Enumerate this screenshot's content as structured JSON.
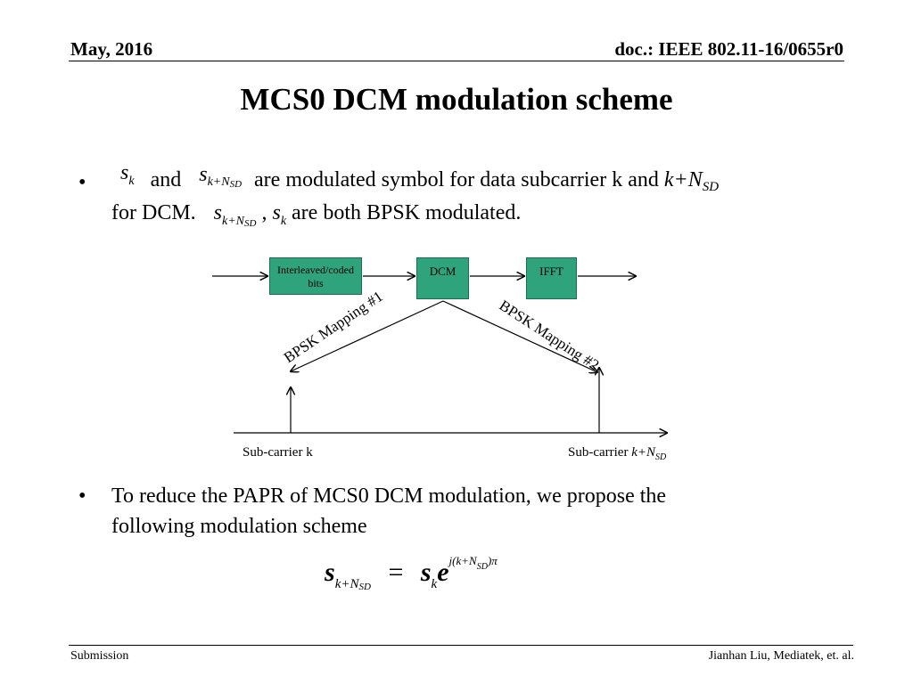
{
  "header": {
    "date": "May, 2016",
    "doc": "doc.: IEEE 802.11-16/0655r0"
  },
  "title": "MCS0 DCM modulation scheme",
  "bullet1": {
    "marker": "•",
    "and": "and",
    "text1": "are modulated symbol for data subcarrier k and",
    "expr": "k+N",
    "expr_sub": "SD",
    "line2_prefix": "for DCM.",
    "comma": ",",
    "line2_suffix": "are both BPSK modulated."
  },
  "math": {
    "s": "s",
    "sub_k": "k",
    "sub_kNsd": "k+N",
    "sub_sd": "SD",
    "e": "e",
    "eq": "=",
    "exponent": "j(k+N",
    "exponent_sd": "SD",
    "exponent_tail": ")π"
  },
  "diagram": {
    "box1": "Interleaved/coded bits",
    "box2": "DCM",
    "box3": "IFFT",
    "mapping1": "BPSK Mapping #1",
    "mapping2": "BPSK Mapping #2",
    "subcarrier_k": "Sub-carrier k",
    "subcarrier_kn_prefix": "Sub-carrier",
    "subcarrier_kn_expr": "k+N",
    "subcarrier_kn_sub": "SD"
  },
  "bullet2": {
    "marker": "•",
    "line1": "To reduce the PAPR of MCS0 DCM modulation, we propose the",
    "line2": "following modulation scheme"
  },
  "footer": {
    "left": "Submission",
    "right": "Jianhan Liu,  Mediatek, et. al."
  },
  "colors": {
    "box_fill": "#2fa37c"
  }
}
